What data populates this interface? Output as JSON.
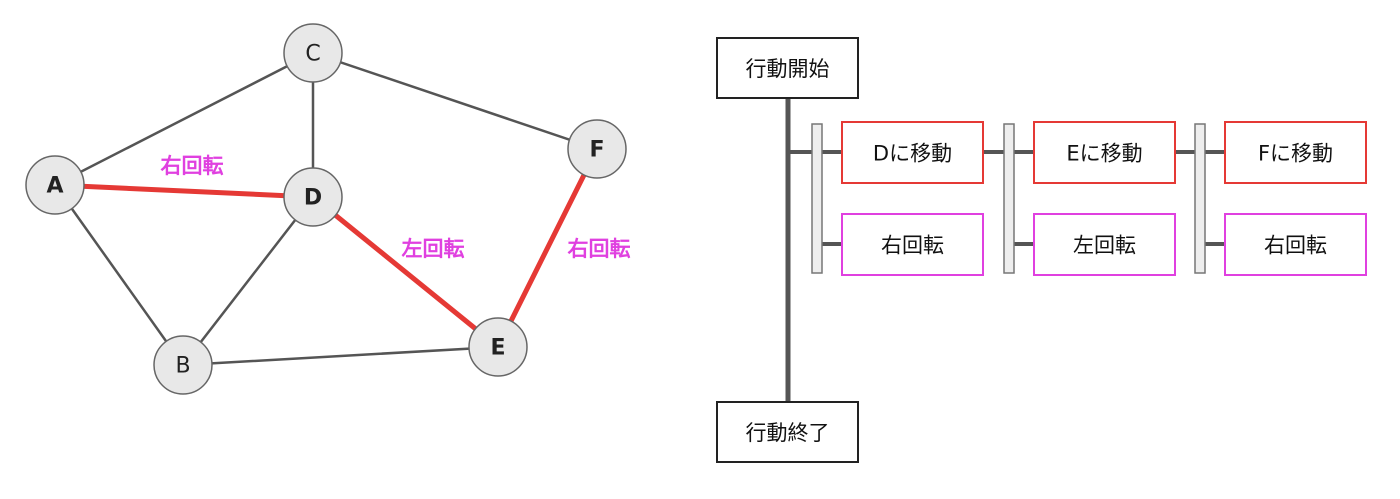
{
  "colors": {
    "node_fill": "#e8e8e8",
    "node_stroke": "#666666",
    "edge_normal": "#555555",
    "edge_path": "#e53935",
    "turn_text": "#e040e0",
    "box_move_border": "#e53935",
    "box_turn_border": "#e040e0",
    "box_plain_border": "#222222",
    "flow_line": "#555555",
    "bar_fill": "#eeeeee",
    "bar_stroke": "#777777"
  },
  "graph": {
    "nodes": [
      {
        "id": "A",
        "label": "A",
        "bold": true
      },
      {
        "id": "B",
        "label": "B",
        "bold": false
      },
      {
        "id": "C",
        "label": "C",
        "bold": false
      },
      {
        "id": "D",
        "label": "D",
        "bold": true
      },
      {
        "id": "E",
        "label": "E",
        "bold": true
      },
      {
        "id": "F",
        "label": "F",
        "bold": true
      }
    ],
    "edges": [
      {
        "from": "A",
        "to": "C",
        "highlight": false
      },
      {
        "from": "A",
        "to": "B",
        "highlight": false
      },
      {
        "from": "C",
        "to": "D",
        "highlight": false
      },
      {
        "from": "C",
        "to": "F",
        "highlight": false
      },
      {
        "from": "D",
        "to": "B",
        "highlight": false
      },
      {
        "from": "B",
        "to": "E",
        "highlight": false
      },
      {
        "from": "A",
        "to": "D",
        "highlight": true
      },
      {
        "from": "D",
        "to": "E",
        "highlight": true
      },
      {
        "from": "E",
        "to": "F",
        "highlight": true
      }
    ],
    "turn_labels": [
      {
        "id": "turn-1",
        "text": "右回転"
      },
      {
        "id": "turn-2",
        "text": "左回転"
      },
      {
        "id": "turn-3",
        "text": "右回転"
      }
    ]
  },
  "flow": {
    "start_label": "行動開始",
    "end_label": "行動終了",
    "steps": [
      {
        "move": "Dに移動",
        "turn": "右回転"
      },
      {
        "move": "Eに移動",
        "turn": "左回転"
      },
      {
        "move": "Fに移動",
        "turn": "右回転"
      }
    ]
  }
}
